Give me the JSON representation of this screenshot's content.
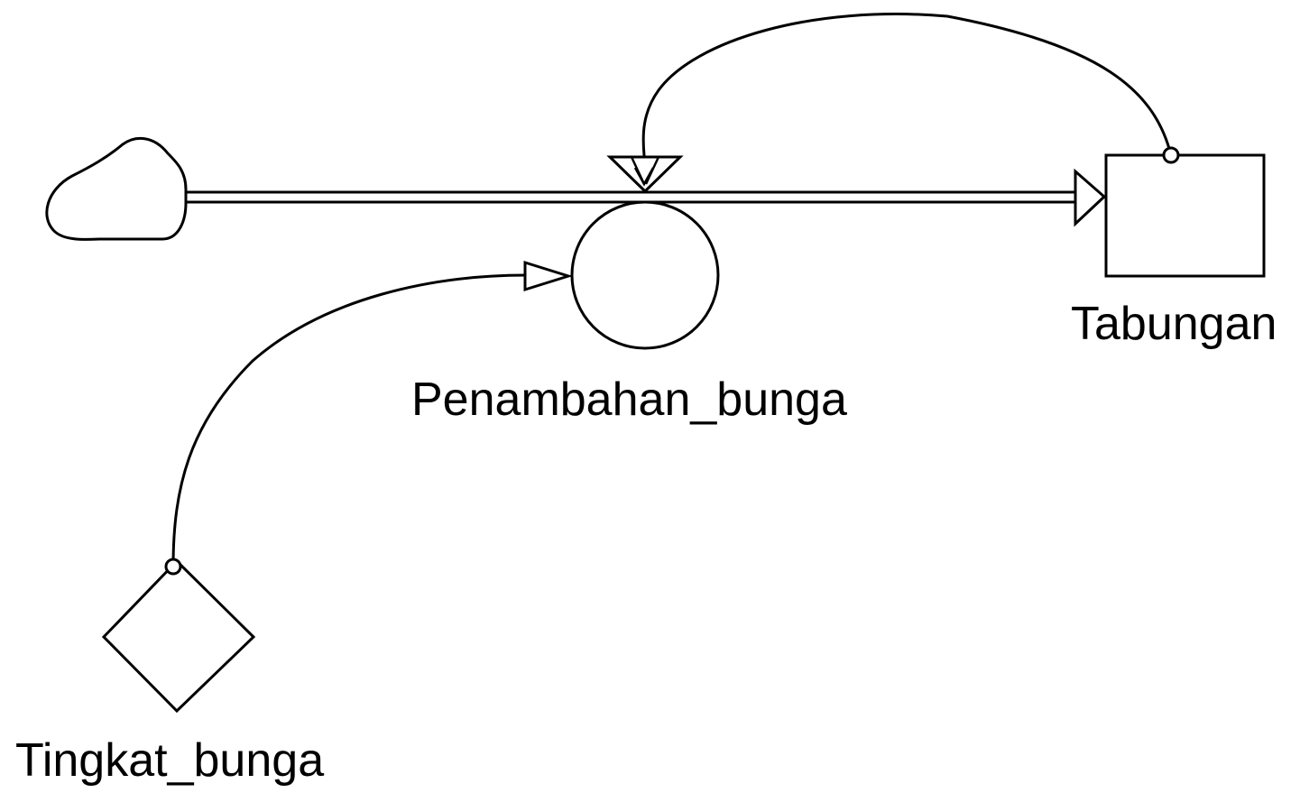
{
  "diagram": {
    "stock": {
      "label": "Tabungan"
    },
    "flow": {
      "label": "Penambahan_bunga"
    },
    "converter": {
      "label": "Tingkat_bunga"
    },
    "source": {
      "type": "cloud"
    },
    "connectors": [
      {
        "from": "Tabungan",
        "to": "Penambahan_bunga"
      },
      {
        "from": "Tingkat_bunga",
        "to": "Penambahan_bunga"
      }
    ],
    "colors": {
      "stroke": "#000000",
      "background": "#ffffff"
    }
  }
}
